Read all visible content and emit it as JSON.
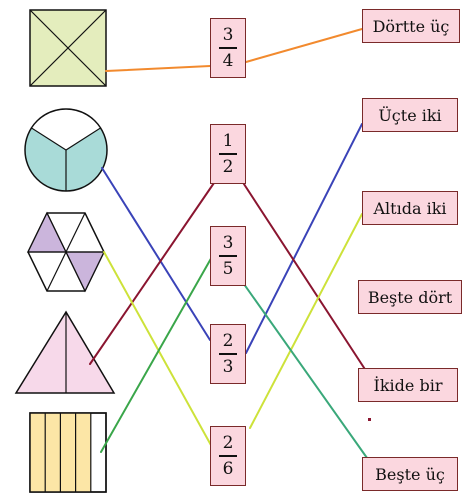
{
  "fractions": [
    {
      "num": "3",
      "den": "4"
    },
    {
      "num": "1",
      "den": "2"
    },
    {
      "num": "3",
      "den": "5"
    },
    {
      "num": "2",
      "den": "3"
    },
    {
      "num": "2",
      "den": "6"
    }
  ],
  "labels": [
    "Dörtte üç",
    "Üçte iki",
    "Altıda iki",
    "Beşte dört",
    "İkide bir",
    "Beşte üç"
  ],
  "colors": {
    "box_fill": "#fbd7df",
    "box_border": "#7a2a2a",
    "square_fill": "#e4edbd",
    "circle_fill": "#a9dbd8",
    "hexagon_fill": "#cbb5dc",
    "triangle_fill": "#f7d9ea",
    "rectangle_fill": "#fce6a6",
    "line_orange": "#f28a2e",
    "line_blue": "#3a43b8",
    "line_maroon": "#8a1530",
    "line_lime": "#cde23a",
    "line_green": "#3aa64a",
    "line_teal": "#3aa87a"
  }
}
